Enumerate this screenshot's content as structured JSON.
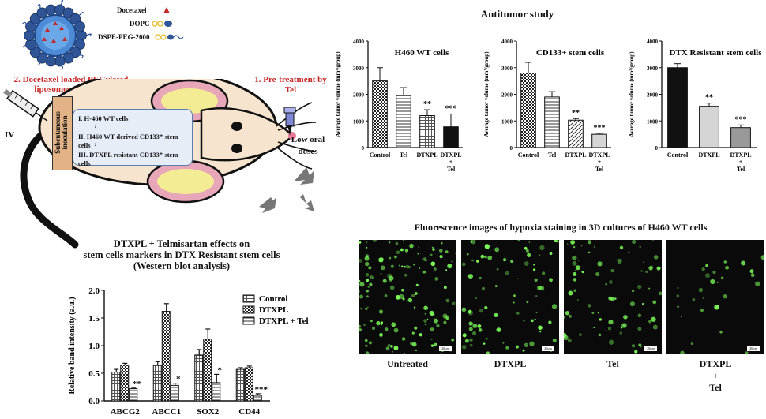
{
  "liposome_legend": {
    "docetaxel": "Docetaxel",
    "dopc": "DOPC",
    "dspe": "DSPE-PEG-2000"
  },
  "colors": {
    "docetaxel": "#c62828",
    "dopc": "#e8c23a",
    "dspe": "#2f5597",
    "label_red": "#c62828",
    "fluorescence": "#7dff5a"
  },
  "schematic": {
    "label_liposomes": "2. Docetaxel loaded PEGylated liposomes (DTXPL)",
    "label_pretreatment": "1. Pre-treatment by Tel",
    "label_iv": "IV",
    "label_subcutaneous": "Subcutaneous inoculation",
    "label_oral": "Low oral doses",
    "cells": [
      "I.   H-460 WT cells",
      "II.  H460 WT derived CD133⁺ stem cells",
      "III. DTXPL resistant CD133⁺ stem cells"
    ]
  },
  "antitumor": {
    "title": "Antitumor study"
  },
  "western": {
    "title_lines": [
      "DTXPL + Telmisartan effects on",
      "stem cells markers in DTX Resistant stem cells",
      "(Western blot analysis)"
    ]
  },
  "fluorescence": {
    "title": "Fluorescence images of hypoxia staining in 3D cultures of H460 WT cells",
    "panels": [
      {
        "label": "Untreated",
        "density": 1.0
      },
      {
        "label": "DTXPL",
        "density": 0.6
      },
      {
        "label": "Tel",
        "density": 0.55
      },
      {
        "label": "DTXPL\n+\nTel",
        "density": 0.2
      }
    ],
    "scalebar": "20µm"
  },
  "chart_data": [
    {
      "type": "bar",
      "title": "H460 WT cells",
      "ylabel": "Average tumor volume (mm³/group)",
      "categories": [
        "Control",
        "Tel",
        "DTXPL",
        "DTXPL + Tel"
      ],
      "values": [
        2500,
        1950,
        1200,
        780
      ],
      "errors": [
        500,
        300,
        220,
        480
      ],
      "significance": [
        "",
        "",
        "**",
        "***"
      ],
      "ylim": [
        0,
        4000
      ],
      "yticks": [
        0,
        1000,
        2000,
        3000,
        4000
      ]
    },
    {
      "type": "bar",
      "title": "CD133+ stem cells",
      "ylabel": "Average tumor volume (mm³/group)",
      "categories": [
        "Control",
        "Tel",
        "DTXPL",
        "DTXPL + Tel"
      ],
      "values": [
        2800,
        1900,
        1030,
        500
      ],
      "errors": [
        400,
        200,
        60,
        40
      ],
      "significance": [
        "",
        "",
        "**",
        "***"
      ],
      "ylim": [
        0,
        4000
      ],
      "yticks": [
        0,
        1000,
        2000,
        3000,
        4000
      ]
    },
    {
      "type": "bar",
      "title": "DTX Resistant stem cells",
      "ylabel": "Average tumor volume (mm³/group)",
      "categories": [
        "Control",
        "DTXPL",
        "DTXPL + Tel"
      ],
      "values": [
        3000,
        1550,
        750
      ],
      "errors": [
        150,
        120,
        100
      ],
      "significance": [
        "",
        "**",
        "***"
      ],
      "ylim": [
        0,
        4000
      ],
      "yticks": [
        0,
        1000,
        2000,
        3000,
        4000
      ]
    },
    {
      "type": "bar",
      "title": "",
      "ylabel": "Relative band intensity (a.u.)",
      "categories": [
        "ABCG2",
        "ABCC1",
        "SOX2",
        "CD44"
      ],
      "series": [
        {
          "name": "Control",
          "values": [
            0.52,
            0.64,
            0.83,
            0.57
          ],
          "errors": [
            0.05,
            0.07,
            0.1,
            0.03
          ]
        },
        {
          "name": "DTXPL",
          "values": [
            0.65,
            1.62,
            1.12,
            0.6
          ],
          "errors": [
            0.03,
            0.14,
            0.18,
            0.03
          ]
        },
        {
          "name": "DTXPL + Tel",
          "values": [
            0.22,
            0.28,
            0.33,
            0.1
          ],
          "errors": [
            0.01,
            0.04,
            0.15,
            0.03
          ]
        }
      ],
      "significance": [
        "**",
        "*",
        "*",
        "***"
      ],
      "ylim": [
        0,
        2.0
      ],
      "yticks": [
        "0.0",
        "0.5",
        "1.0",
        "1.5",
        "2.0"
      ]
    }
  ]
}
